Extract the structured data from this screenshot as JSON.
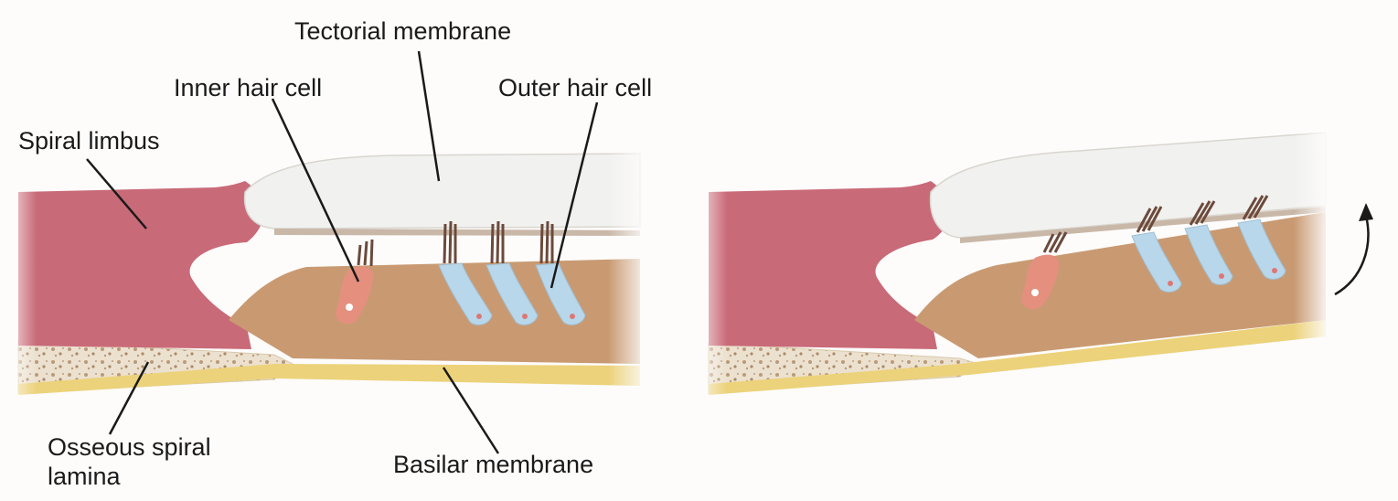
{
  "labels": {
    "tectorial_membrane": "Tectorial membrane",
    "inner_hair_cell": "Inner hair cell",
    "outer_hair_cell": "Outer hair cell",
    "spiral_limbus": "Spiral limbus",
    "osseous_spiral_lamina_line1": "Osseous spiral",
    "osseous_spiral_lamina_line2": "lamina",
    "basilar_membrane": "Basilar membrane"
  },
  "colors": {
    "spiral_limbus": "#c96a78",
    "organ_of_corti": "#c99a72",
    "tectorial_membrane": "#f2f2f0",
    "basilar_membrane": "#ecd27a",
    "bone": "#e8dcc8",
    "inner_hair_cell": "#e58f7f",
    "outer_hair_cell": "#b9d7ea",
    "stereocilia": "#6b4a3c",
    "leader_line": "#1a1a1a"
  }
}
